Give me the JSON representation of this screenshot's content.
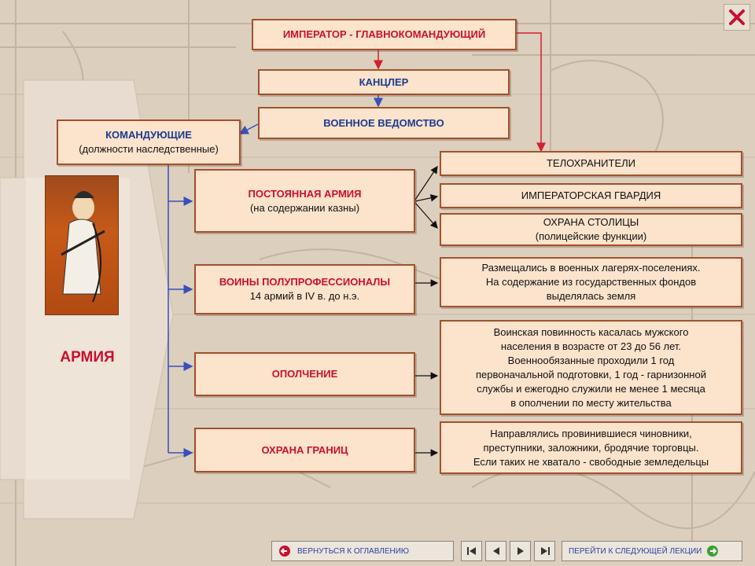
{
  "top": {
    "emperor": "ИМПЕРАТОР - ГЛАВНОКОМАНДУЮЩИЙ",
    "chancellor": "КАНЦЛЕР",
    "military_dept": "ВОЕННОЕ ВЕДОМСТВО",
    "commanders_title": "КОМАНДУЮЩИЕ",
    "commanders_note": "(должности наследственные)"
  },
  "sidebar": {
    "label": "АРМИЯ"
  },
  "branches": [
    {
      "title": "ПОСТОЯННАЯ АРМИЯ",
      "note": "(на содержании казны)"
    },
    {
      "title": "ВОИНЫ ПОЛУПРОФЕССИОНАЛЫ",
      "note": "14 армий в IV в. до н.э."
    },
    {
      "title": "ОПОЛЧЕНИЕ",
      "note": ""
    },
    {
      "title": "ОХРАНА ГРАНИЦ",
      "note": ""
    }
  ],
  "details": {
    "bodyguards": "ТЕЛОХРАНИТЕЛИ",
    "imperial_guard": "ИМПЕРАТОРСКАЯ ГВАРДИЯ",
    "capital_guard_title": "ОХРАНА СТОЛИЦЫ",
    "capital_guard_note": "(полицейские функции)",
    "semipro_lines": [
      "Размещались в военных лагерях-поселениях.",
      "На содержание из государственных фондов",
      "выделялась земля"
    ],
    "militia_lines": [
      "Воинская повинность касалась мужского",
      "населения в возрасте от 23 до 56 лет.",
      "Военнообязанные проходили 1 год",
      "первоначальной подготовки, 1 год - гарнизонной",
      "службы и ежегодно служили не менее 1 месяца",
      "в ополчении по месту жительства"
    ],
    "border_lines": [
      "Направлялись провинившиеся чиновники,",
      "преступники, заложники, бродячие торговцы.",
      "Если таких не хватало - свободные земледельцы"
    ]
  },
  "nav": {
    "back_label": "ВЕРНУТЬСЯ К ОГЛАВЛЕНИЮ",
    "next_label": "ПЕРЕЙТИ К СЛЕДУЮЩЕЙ ЛЕКЦИИ"
  },
  "colors": {
    "accent_red": "#c8102e",
    "accent_blue": "#1c3a8f",
    "border": "#a2512d",
    "box_fill": "#fbe3cc"
  }
}
